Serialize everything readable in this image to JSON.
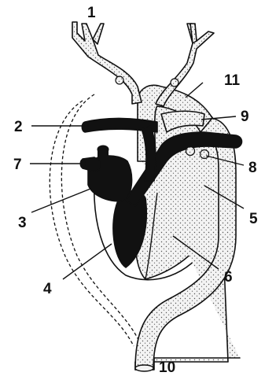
{
  "labels": {
    "l1": "1",
    "l2": "2",
    "l3": "3",
    "l4": "4",
    "l5": "5",
    "l6": "6",
    "l7": "7",
    "l8": "8",
    "l9": "9",
    "l10": "10",
    "l11": "11"
  },
  "colors": {
    "oxygenated_fill": "#f3f3f3",
    "deoxygenated_fill": "#111111",
    "stipple_dot": "#555555",
    "outline": "#111111",
    "background": "#ffffff"
  }
}
